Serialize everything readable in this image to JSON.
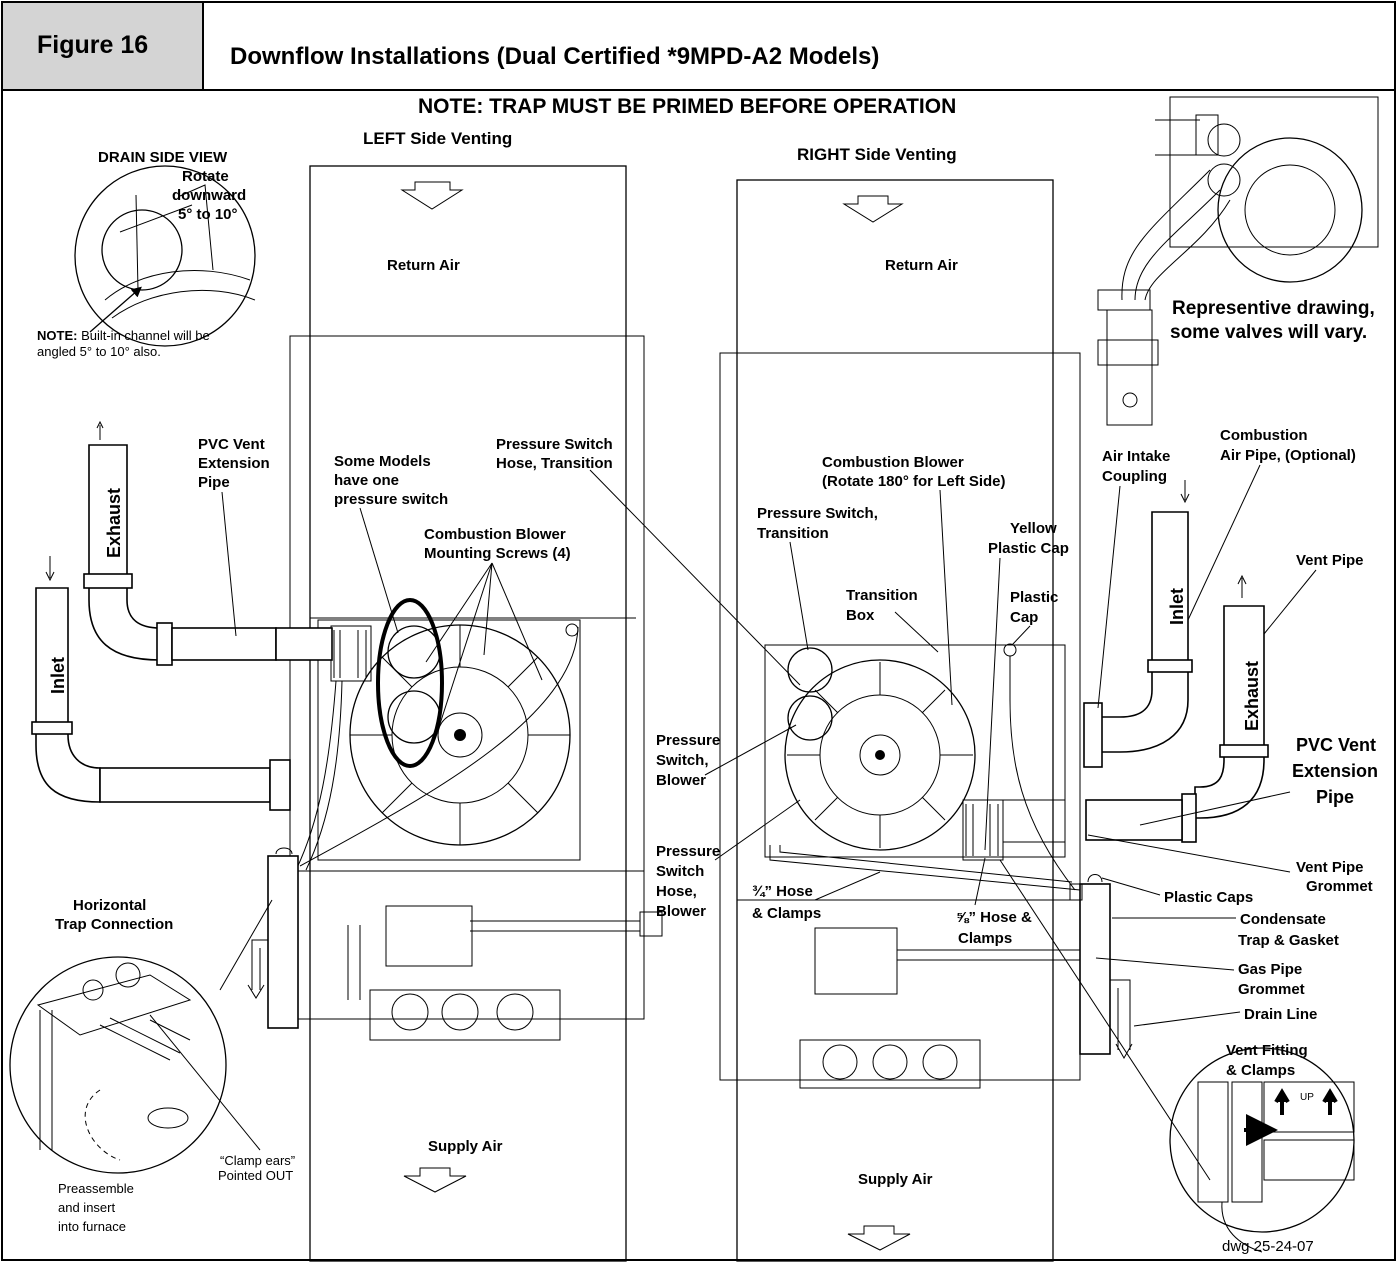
{
  "header": {
    "figure_label": "Figure 16",
    "figure_title": "Downflow Installations (Dual Certified *9MPD-A2 Models)"
  },
  "note_main": "NOTE: TRAP MUST BE PRIMED BEFORE OPERATION",
  "left": {
    "title": "LEFT Side Venting",
    "return_air": "Return Air",
    "supply_air": "Supply Air",
    "pvc_vent": [
      "PVC Vent",
      "Extension",
      "Pipe"
    ],
    "exhaust": "Exhaust",
    "inlet": "Inlet",
    "some_models": [
      "Some Models",
      "have one",
      "pressure switch"
    ],
    "combustion_screws": [
      "Combustion Blower",
      "Mounting Screws (4)"
    ],
    "pressure_switch_hose": [
      "Pressure Switch",
      "Hose, Transition"
    ],
    "horizontal_trap": [
      "Horizontal",
      "Trap Connection"
    ],
    "clamp_ears": [
      "“Clamp ears”",
      "Pointed OUT"
    ],
    "preassemble": [
      "Preassemble",
      "and insert",
      "into furnace"
    ]
  },
  "drain_view": {
    "title": "DRAIN SIDE VIEW",
    "rotate": [
      "Rotate",
      "downward",
      "5° to 10°"
    ],
    "note_bold": "NOTE:",
    "note_text": " Built-in channel will be",
    "note_text2": "angled 5° to 10°  also."
  },
  "right": {
    "title": "RIGHT Side Venting",
    "return_air": "Return Air",
    "supply_air": "Supply Air",
    "representative": [
      "Representive drawing,",
      "some valves will vary."
    ],
    "air_intake": [
      "Air Intake",
      "Coupling"
    ],
    "combustion_air_pipe": [
      "Combustion",
      "Air Pipe, (Optional)"
    ],
    "combustion_blower": [
      "Combustion Blower",
      "(Rotate 180° for Left Side)"
    ],
    "ps_transition": [
      "Pressure Switch,",
      "Transition"
    ],
    "yellow_cap": [
      "Yellow",
      "Plastic Cap"
    ],
    "transition_box": [
      "Transition",
      "Box"
    ],
    "plastic_cap": [
      "Plastic",
      "Cap"
    ],
    "vent_pipe": "Vent Pipe",
    "inlet": "Inlet",
    "exhaust": "Exhaust",
    "pvc_vent": [
      "PVC Vent",
      "Extension",
      "Pipe"
    ],
    "ps_blower": [
      "Pressure",
      "Switch,",
      "Blower"
    ],
    "ps_hose_blower": [
      "Pressure",
      "Switch",
      "Hose,",
      "Blower"
    ],
    "hose_34": [
      "¾” Hose",
      "& Clamps"
    ],
    "hose_58": [
      "⅝” Hose &",
      "Clamps"
    ],
    "vent_grommet": [
      "Vent Pipe",
      "Grommet"
    ],
    "plastic_caps": "Plastic Caps",
    "condensate": [
      "Condensate",
      "Trap & Gasket"
    ],
    "gas_grommet": [
      "Gas Pipe",
      "Grommet"
    ],
    "drain_line": "Drain Line",
    "vent_fitting": [
      "Vent Fitting",
      "& Clamps"
    ],
    "dwg": "dwg 25-24-07"
  }
}
